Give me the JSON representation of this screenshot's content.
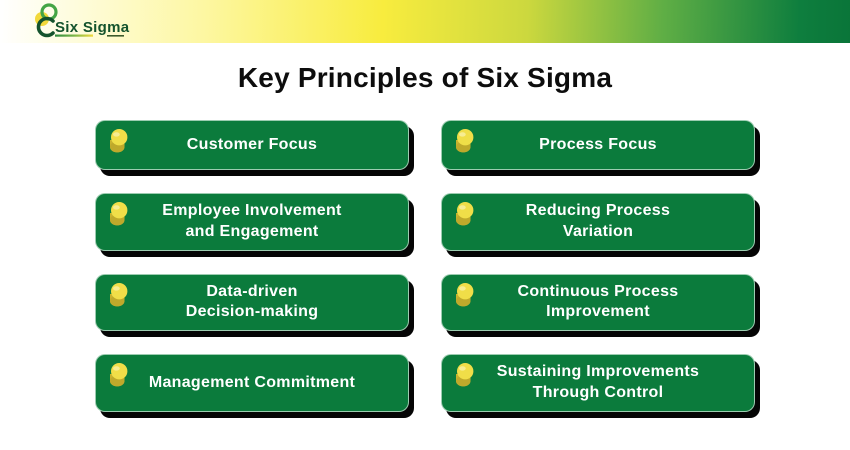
{
  "banner": {
    "logo": {
      "brand": "Six Sigma"
    }
  },
  "title": "Key Principles of Six Sigma",
  "cards": [
    {
      "label": "Customer Focus"
    },
    {
      "label": "Process Focus"
    },
    {
      "label": "Employee Involvement\nand Engagement"
    },
    {
      "label": "Reducing Process\nVariation"
    },
    {
      "label": "Data-driven\nDecision-making"
    },
    {
      "label": "Continuous Process\nImprovement"
    },
    {
      "label": "Management Commitment"
    },
    {
      "label": "Sustaining Improvements\nThrough Control"
    }
  ],
  "colors": {
    "card_green": "#0b7b3c",
    "banner_yellow": "#f8ec3e",
    "banner_green": "#0e7e3e",
    "pin_head_yellow": "#f0de48",
    "pin_base_yellow": "#c8b22e",
    "card_shadow": "#050505",
    "title_text": "#0d0d0d",
    "card_text": "#ffffff",
    "logo_text_green": "#14532d"
  }
}
